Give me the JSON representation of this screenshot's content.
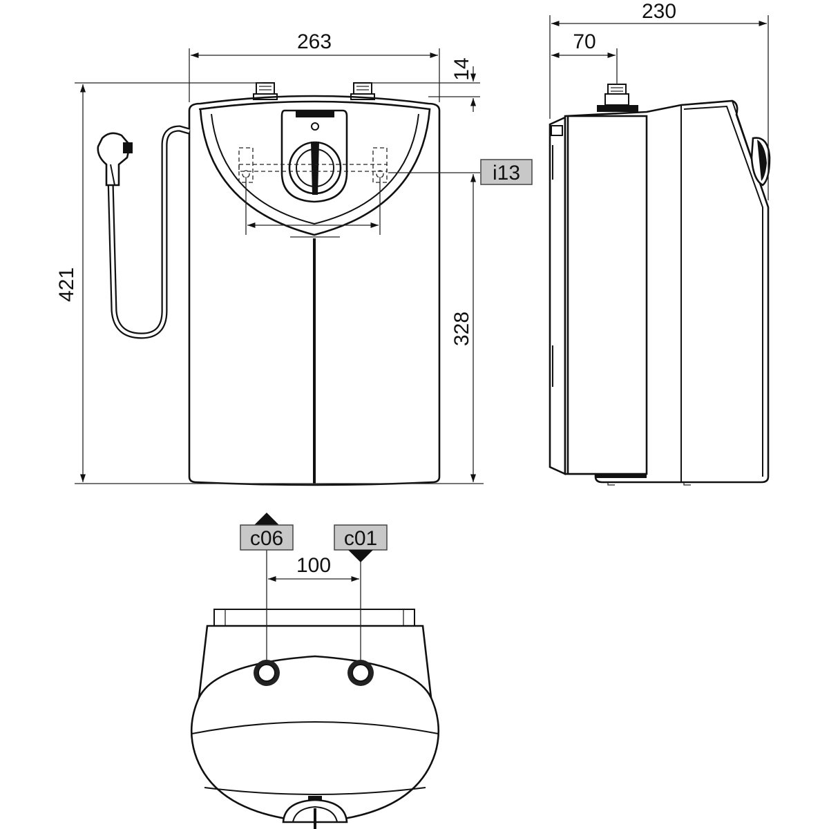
{
  "dimensions": {
    "front_width": "263",
    "total_height": "421",
    "connection_height": "328",
    "top_offset": "14",
    "side_depth": "230",
    "side_connection_offset": "70",
    "connection_spacing": "100"
  },
  "tags": {
    "mounting": "i13",
    "hot_water": "c06",
    "cold_water": "c01"
  },
  "colors": {
    "line": "#111111",
    "tag_fill": "#c8c8c8"
  }
}
